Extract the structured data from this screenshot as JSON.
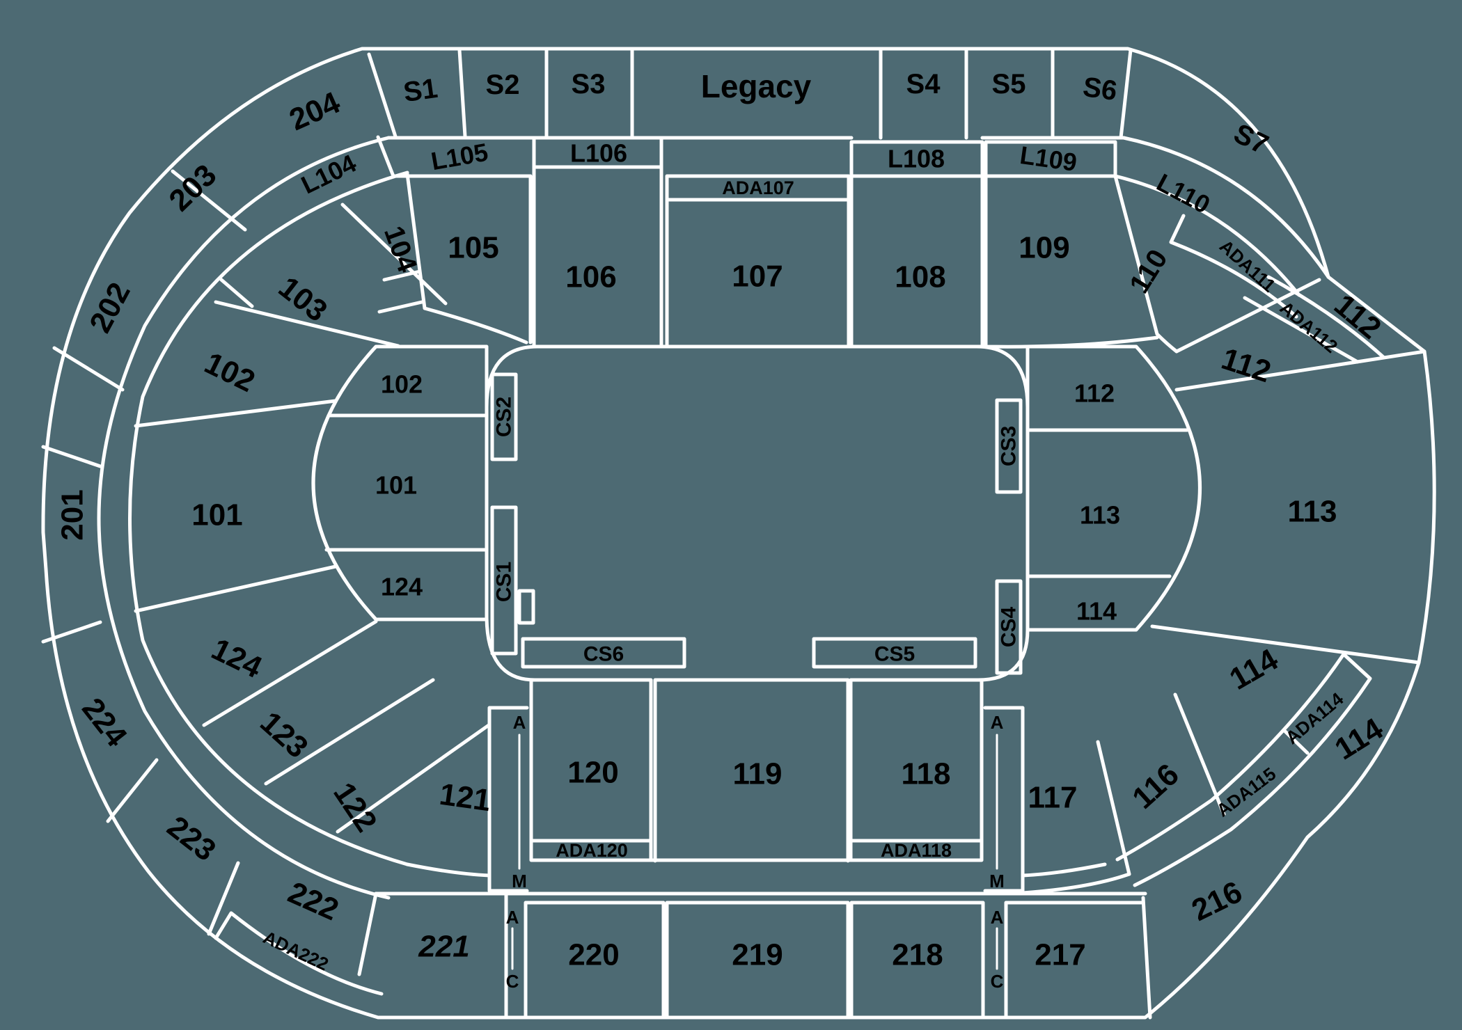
{
  "canvas": {
    "background_color": "#4d6a73",
    "line_color": "#ffffff",
    "label_color": "#000000",
    "description": "Arena seating chart bowl map"
  },
  "sections": [
    {
      "id": "s1",
      "label": "S1"
    },
    {
      "id": "s2",
      "label": "S2"
    },
    {
      "id": "s3",
      "label": "S3"
    },
    {
      "id": "legacy",
      "label": "Legacy"
    },
    {
      "id": "s4",
      "label": "S4"
    },
    {
      "id": "s5",
      "label": "S5"
    },
    {
      "id": "s6",
      "label": "S6"
    },
    {
      "id": "s7",
      "label": "S7"
    },
    {
      "id": "204",
      "label": "204"
    },
    {
      "id": "203",
      "label": "203"
    },
    {
      "id": "202",
      "label": "202"
    },
    {
      "id": "201",
      "label": "201"
    },
    {
      "id": "224",
      "label": "224"
    },
    {
      "id": "223",
      "label": "223"
    },
    {
      "id": "222",
      "label": "222"
    },
    {
      "id": "ada222",
      "label": "ADA222"
    },
    {
      "id": "221",
      "label": "221"
    },
    {
      "id": "220",
      "label": "220"
    },
    {
      "id": "219",
      "label": "219"
    },
    {
      "id": "218",
      "label": "218"
    },
    {
      "id": "217",
      "label": "217"
    },
    {
      "id": "216",
      "label": "216"
    },
    {
      "id": "l104",
      "label": "L104"
    },
    {
      "id": "l105",
      "label": "L105"
    },
    {
      "id": "l106",
      "label": "L106"
    },
    {
      "id": "ada107",
      "label": "ADA107"
    },
    {
      "id": "l108",
      "label": "L108"
    },
    {
      "id": "l109",
      "label": "L109"
    },
    {
      "id": "l110",
      "label": "L110"
    },
    {
      "id": "ada111",
      "label": "ADA111"
    },
    {
      "id": "ada112",
      "label": "ADA112"
    },
    {
      "id": "ada114",
      "label": "ADA114"
    },
    {
      "id": "ada115",
      "label": "ADA115"
    },
    {
      "id": "ada118",
      "label": "ADA118"
    },
    {
      "id": "ada120",
      "label": "ADA120"
    },
    {
      "id": "104",
      "label": "104"
    },
    {
      "id": "105",
      "label": "105"
    },
    {
      "id": "106",
      "label": "106"
    },
    {
      "id": "107",
      "label": "107"
    },
    {
      "id": "108",
      "label": "108"
    },
    {
      "id": "109",
      "label": "109"
    },
    {
      "id": "110",
      "label": "110"
    },
    {
      "id": "103",
      "label": "103"
    },
    {
      "id": "102-fan",
      "label": "102"
    },
    {
      "id": "101-fan",
      "label": "101"
    },
    {
      "id": "112-mid",
      "label": "112"
    },
    {
      "id": "112-outer",
      "label": "112"
    },
    {
      "id": "113-outer",
      "label": "113"
    },
    {
      "id": "114-mid",
      "label": "114"
    },
    {
      "id": "114-outer",
      "label": "114"
    },
    {
      "id": "116",
      "label": "116"
    },
    {
      "id": "117",
      "label": "117"
    },
    {
      "id": "121",
      "label": "121"
    },
    {
      "id": "122",
      "label": "122"
    },
    {
      "id": "123",
      "label": "123"
    },
    {
      "id": "124-fan",
      "label": "124"
    },
    {
      "id": "120",
      "label": "120"
    },
    {
      "id": "119",
      "label": "119"
    },
    {
      "id": "118",
      "label": "118"
    },
    {
      "id": "102-inner",
      "label": "102"
    },
    {
      "id": "101-inner",
      "label": "101"
    },
    {
      "id": "124-inner",
      "label": "124"
    },
    {
      "id": "112-inner",
      "label": "112"
    },
    {
      "id": "113-inner",
      "label": "113"
    },
    {
      "id": "114-inner",
      "label": "114"
    },
    {
      "id": "cs2",
      "label": "CS2"
    },
    {
      "id": "cs1",
      "label": "CS1"
    },
    {
      "id": "cs3",
      "label": "CS3"
    },
    {
      "id": "cs4",
      "label": "CS4"
    },
    {
      "id": "cs6",
      "label": "CS6"
    },
    {
      "id": "cs5",
      "label": "CS5"
    }
  ],
  "row_markers": [
    "A",
    "M",
    "A",
    "M",
    "A",
    "C",
    "A",
    "C"
  ]
}
